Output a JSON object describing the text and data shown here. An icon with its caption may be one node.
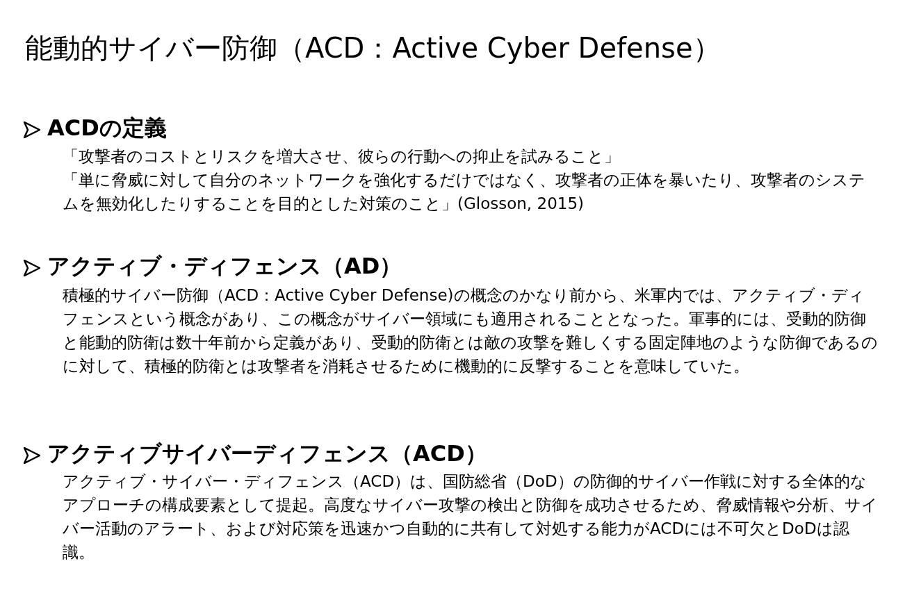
{
  "diagram": {
    "title": "能動的サイバー防御（ACD：Active Cyber Defense）",
    "labels": [
      "ACDの定義",
      "「攻撃者のコストとリスクを増大させ、彼らの行動への抑止を試みること」",
      "「単に脅威に対して自分のネットワークを強化するだけではなく、攻撃者の正体を暴いたり、攻撃者のシステムを無効化したりすることを目的とした対策のこと」(Glosson, 2015)",
      "アクティブ・ディフェンス（AD）",
      "積極的サイバー防御（ACD：Active Cyber Defense)の概念のかなり前から、米軍内では、アクティブ・ディフェンスという概念があり、この概念がサイバー領域にも適用されることとなった。軍事的には、受動的防御と能動的防衛は数十年前から定義があり、受動的防衛とは敵の攻撃を難しくする固定陣地のような防御であるのに対して、積極的防衛とは攻撃者を消耗させるために機動的に反撃することを意味していた。",
      "アクティブサイバーディフェンス（ACD）",
      "アクティブ・サイバー・ディフェンス（ACD）は、国防総省（DoD）の防御的サイバー作戦に対する全体的なアプローチの構成要素として提起。高度なサイバー攻撃の検出と防御を成功させるため、脅威情報や分析、サイバー活動のアラート、および対応策を迅速かつ自動的に共有して対処する能力がACDには不可欠とDoDは認識。"
    ]
  }
}
